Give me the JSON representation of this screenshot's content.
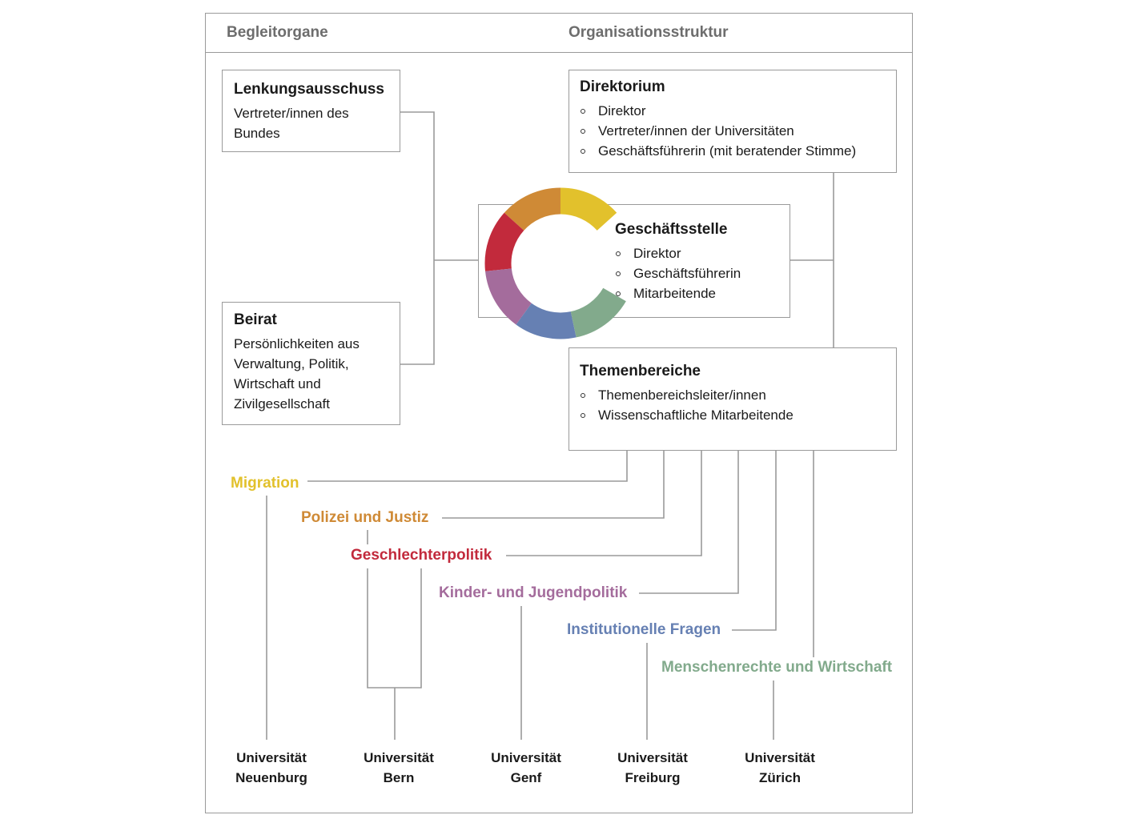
{
  "header": {
    "left_title": "Begleitorgane",
    "right_title": "Organisationsstruktur"
  },
  "lenkungsausschuss": {
    "title": "Lenkungsausschuss",
    "text_lines": [
      "Vertreter/innen des",
      "Bundes"
    ]
  },
  "beirat": {
    "title": "Beirat",
    "text_lines": [
      "Persönlichkeiten aus",
      "Verwaltung, Politik,",
      "Wirtschaft und",
      "Zivilgesellschaft"
    ]
  },
  "direktorium": {
    "title": "Direktorium",
    "items": [
      "Direktor",
      "Vertreter/innen der Universitäten",
      "Geschäftsführerin (mit beratender Stimme)"
    ]
  },
  "geschaeftsstelle": {
    "title": "Geschäftsstelle",
    "items": [
      "Direktor",
      "Geschäftsführerin",
      "Mitarbeitende"
    ]
  },
  "themenbereiche": {
    "title": "Themenbereiche",
    "items": [
      "Themenbereichsleiter/innen",
      "Wissenschaftliche Mitarbeitende"
    ]
  },
  "topics": [
    {
      "label": "Migration",
      "color": "#e2c12c"
    },
    {
      "label": "Polizei und Justiz",
      "color": "#cf8a36"
    },
    {
      "label": "Geschlechterpolitik",
      "color": "#c22a3c"
    },
    {
      "label": "Kinder- und Jugendpolitik",
      "color": "#a46c9c"
    },
    {
      "label": "Institutionelle Fragen",
      "color": "#6680b3"
    },
    {
      "label": "Menschenrechte und Wirtschaft",
      "color": "#82aa8c"
    }
  ],
  "universities": [
    {
      "line1": "Universität",
      "line2": "Neuenburg"
    },
    {
      "line1": "Universität",
      "line2": "Bern"
    },
    {
      "line1": "Universität",
      "line2": "Genf"
    },
    {
      "line1": "Universität",
      "line2": "Freiburg"
    },
    {
      "line1": "Universität",
      "line2": "Zürich"
    }
  ],
  "colors": {
    "frame": "#9a9a9a",
    "connector": "#9a9a9a",
    "header_text": "#6d6d6d"
  }
}
